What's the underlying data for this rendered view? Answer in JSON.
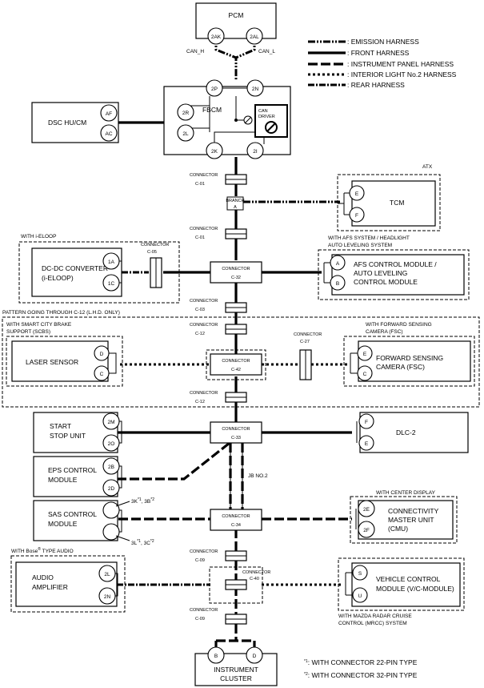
{
  "legend": [
    {
      "style": "emis",
      "label": ": EMISSION HARNESS"
    },
    {
      "style": "front",
      "label": ": FRONT HARNESS"
    },
    {
      "style": "inst",
      "label": ": INSTRUMENT PANEL HARNESS"
    },
    {
      "style": "inter",
      "label": ": INTERIOR LIGHT No.2 HARNESS"
    },
    {
      "style": "rear",
      "label": ": REAR HARNESS"
    }
  ],
  "modules": {
    "pcm": "PCM",
    "fbcm": "FBCM",
    "can_driver_1": "CAN",
    "can_driver_2": "DRIVER",
    "dsc": "DSC HU/CM",
    "tcm": "TCM",
    "dcdc_1": "DC-DC CONVERTER",
    "dcdc_2": "(i-ELOOP)",
    "afs_1": "AFS CONTROL MODULE /",
    "afs_2": "AUTO LEVELING",
    "afs_3": "CONTROL MODULE",
    "laser": "LASER SENSOR",
    "fsc_1": "FORWARD SENSING",
    "fsc_2": "CAMERA (FSC)",
    "start_1": "START",
    "start_2": "STOP UNIT",
    "dlc": "DLC-2",
    "eps_1": "EPS CONTROL",
    "eps_2": "MODULE",
    "sas_1": "SAS CONTROL",
    "sas_2": "MODULE",
    "cmu_1": "CONNECTIVITY",
    "cmu_2": "MASTER UNIT",
    "cmu_3": "(CMU)",
    "audio_1": "AUDIO",
    "audio_2": "AMPLIFIER",
    "vcm_1": "VEHICLE CONTROL",
    "vcm_2": "MODULE (V/C-MODULE)",
    "cluster_1": "INSTRUMENT",
    "cluster_2": "CLUSTER"
  },
  "pins": {
    "pcm_h": "2AK",
    "pcm_l": "2AL",
    "fb_2p": "2P",
    "fb_2n": "2N",
    "fb_2r": "2R",
    "fb_2l": "2L",
    "fb_2k": "2K",
    "fb_2i": "2I",
    "dsc_af": "AF",
    "dsc_ac": "AC",
    "tcm_e": "E",
    "tcm_f": "F",
    "dc_1a": "1A",
    "dc_1c": "1C",
    "afs_a": "A",
    "afs_b": "B",
    "las_d": "D",
    "las_c": "C",
    "fsc_e": "E",
    "fsc_c": "C",
    "ss_2m": "2M",
    "ss_2o": "2O",
    "dlc_f": "F",
    "dlc_e": "E",
    "eps_2b": "2B",
    "eps_2d": "2D",
    "cmu_2e": "2E",
    "cmu_2f": "2F",
    "aud_2l": "2L",
    "aud_2n": "2N",
    "vcm_s": "S",
    "vcm_u": "U",
    "cl_b": "B",
    "cl_d": "D"
  },
  "labels": {
    "can_h": "CAN_H",
    "can_l": "CAN_L",
    "atx": "ATX",
    "with_ieloop": "WITH i-ELOOP",
    "with_afs_1": "WITH AFS SYSTEM / HEADLIGHT",
    "with_afs_2": "AUTO LEVELING SYSTEM",
    "pattern": "PATTERN GOING THROUGH C-12 (L.H.D. ONLY)",
    "scbs_1": "WITH SMART CITY BRAKE",
    "scbs_2": "SUPPORT (SCBS)",
    "fsc_hdr_1": "WITH FORWARD SENSING",
    "fsc_hdr_2": "CAMERA (FSC)",
    "jb": "JB NO.2",
    "center_display": "WITH CENTER DISPLAY",
    "bose": "WITH Bose",
    "bose_tail": " TYPE AUDIO",
    "mrcc_1": "WITH MAZDA RADAR CRUISE",
    "mrcc_2": "CONTROL (MRCC) SYSTEM",
    "sas_3k": "3K",
    "sas_3k_tail": ", 3B",
    "sas_3l": "3L",
    "sas_3l_tail": ", 3C",
    "sup1": "*1",
    "sup2": "*2",
    "foot1_mark": "*1",
    "foot1": ": WITH CONNECTOR 22-PIN TYPE",
    "foot2_mark": "*2",
    "foot2": ": WITH CONNECTOR 32-PIN TYPE"
  },
  "connectors": {
    "word": "CONNECTOR",
    "c01": "C-01",
    "c03": "C-03",
    "c05": "C-05",
    "c09": "C-09",
    "c12": "C-12",
    "c27": "C-27",
    "c32": "C-32",
    "c33": "C-33",
    "c34": "C-34",
    "c40": "C-40",
    "c42": "C-42",
    "branch": "BRANCH",
    "branch_a": "A"
  }
}
